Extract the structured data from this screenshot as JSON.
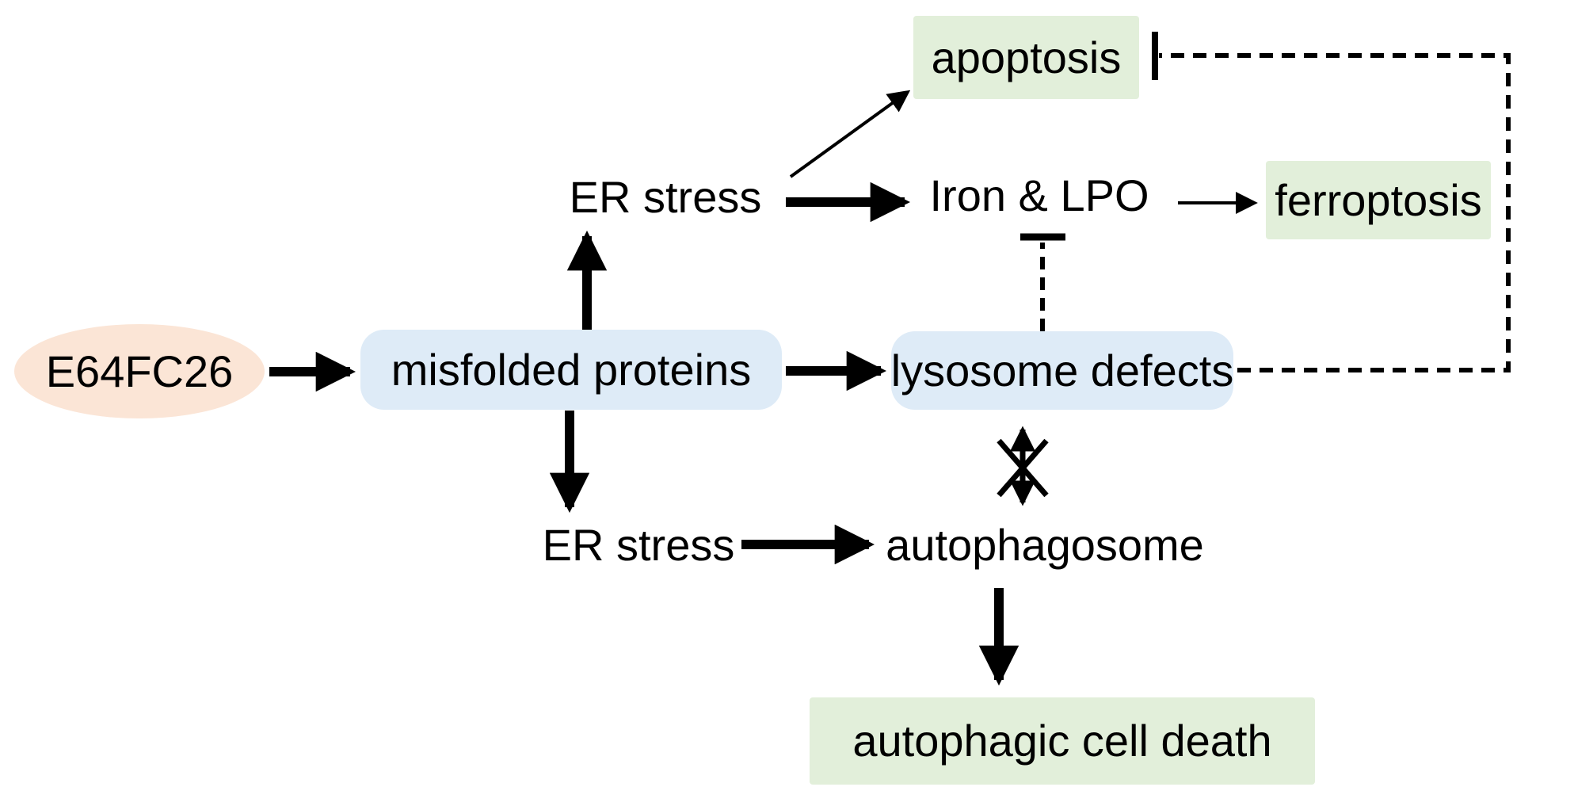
{
  "diagram": {
    "nodes": {
      "e64fc26": {
        "label": "E64FC26",
        "shape": "ellipse",
        "fill": "#fbe5d6"
      },
      "misfolded_proteins": {
        "label": "misfolded proteins",
        "shape": "rounded-rect",
        "fill": "#deebf7"
      },
      "er_stress_top": {
        "label": "ER stress",
        "shape": "text",
        "fill": "none"
      },
      "apoptosis": {
        "label": "apoptosis",
        "shape": "rect",
        "fill": "#e2efda"
      },
      "iron_lpo": {
        "label": "Iron & LPO",
        "shape": "text",
        "fill": "none"
      },
      "ferroptosis": {
        "label": "ferroptosis",
        "shape": "rect",
        "fill": "#e2efda"
      },
      "lysosome_defects": {
        "label": "lysosome defects",
        "shape": "rounded-rect",
        "fill": "#deebf7"
      },
      "er_stress_bottom": {
        "label": "ER stress",
        "shape": "text",
        "fill": "none"
      },
      "autophagosome": {
        "label": "autophagosome",
        "shape": "text",
        "fill": "none"
      },
      "autophagic_cell_death": {
        "label": "autophagic cell death",
        "shape": "rect",
        "fill": "#e2efda"
      }
    },
    "edges": [
      {
        "from": "e64fc26",
        "to": "misfolded_proteins",
        "style": "solid-thick-arrow"
      },
      {
        "from": "misfolded_proteins",
        "to": "er_stress_top",
        "style": "solid-thick-arrow"
      },
      {
        "from": "misfolded_proteins",
        "to": "er_stress_bottom",
        "style": "solid-thick-arrow"
      },
      {
        "from": "misfolded_proteins",
        "to": "lysosome_defects",
        "style": "solid-thick-arrow"
      },
      {
        "from": "er_stress_top",
        "to": "iron_lpo",
        "style": "solid-thick-arrow"
      },
      {
        "from": "er_stress_top",
        "to": "apoptosis",
        "style": "solid-thin-arrow"
      },
      {
        "from": "iron_lpo",
        "to": "ferroptosis",
        "style": "solid-thin-arrow"
      },
      {
        "from": "lysosome_defects",
        "to": "iron_lpo",
        "style": "dashed-inhibition-tbar"
      },
      {
        "from": "lysosome_defects",
        "to": "apoptosis",
        "style": "dashed-inhibition-tbar"
      },
      {
        "from": "lysosome_defects",
        "to": "autophagosome",
        "style": "double-arrow-blocked-x"
      },
      {
        "from": "er_stress_bottom",
        "to": "autophagosome",
        "style": "solid-thick-arrow"
      },
      {
        "from": "autophagosome",
        "to": "autophagic_cell_death",
        "style": "solid-thick-arrow"
      }
    ],
    "colors": {
      "peach": "#fbe5d6",
      "light_blue": "#deebf7",
      "light_green": "#e2efda",
      "line": "#000000",
      "background": "#ffffff"
    }
  }
}
